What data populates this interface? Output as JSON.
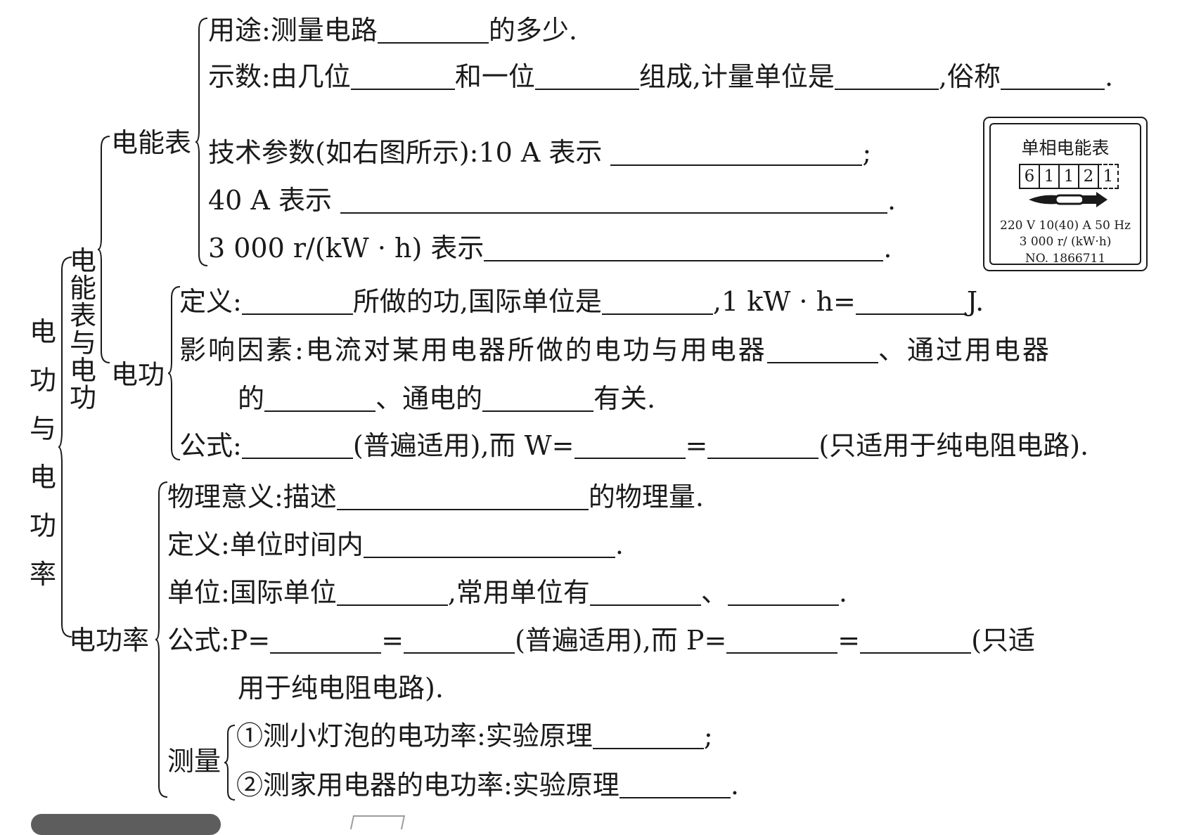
{
  "root": {
    "chars": [
      "电",
      "功",
      "与",
      "电",
      "功",
      "率"
    ]
  },
  "branch_meter_work": {
    "chars": [
      "电",
      "能",
      "表",
      "与",
      "电",
      "功"
    ]
  },
  "meter": {
    "label": "电能表",
    "line1": {
      "a": "用途:测量电路",
      "b": "的多少."
    },
    "line2": {
      "a": "示数:由几位",
      "b": "和一位",
      "c": "组成,计量单位是",
      "d": ",俗称",
      "e": "."
    },
    "line3": {
      "a": "技术参数(如右图所示):10 A 表示",
      "b": ";"
    },
    "line4": {
      "a": "40 A 表示",
      "b": "."
    },
    "line5": {
      "a": "3 000 r/(kW · h) 表示",
      "b": "."
    }
  },
  "meter_image": {
    "title": "单相电能表",
    "digits": [
      "6",
      "1",
      "1",
      "2",
      "1"
    ],
    "spec1": "220 V  10(40) A  50 Hz",
    "spec2": "3 000 r/ (kW·h)",
    "spec3": "NO. 1866711"
  },
  "work": {
    "label": "电功",
    "def": {
      "a": "定义:",
      "b": "所做的功,国际单位是",
      "c": ",1 kW · h=",
      "d": "J."
    },
    "factors": {
      "a": "影响因素:电流对某用电器所做的电功与用电器",
      "b": "、通过用电器"
    },
    "factors2": {
      "a": "的",
      "b": "、通电的",
      "c": "有关."
    },
    "formula": {
      "a": "公式:",
      "b": "(普遍适用),而 W=",
      "c": "=",
      "d": "(只适用于纯电阻电路)."
    }
  },
  "power": {
    "label": "电功率",
    "meaning": {
      "a": "物理意义:描述",
      "b": "的物理量."
    },
    "def": {
      "a": "定义:单位时间内",
      "b": "."
    },
    "unit": {
      "a": "单位:国际单位",
      "b": ",常用单位有",
      "c": "、",
      "d": "."
    },
    "formula": {
      "a": "公式:P=",
      "b": "=",
      "c": "(普遍适用),而 P=",
      "d": "=",
      "e": "(只适"
    },
    "formula2": "用于纯电阻电路).",
    "measure": {
      "label": "测量",
      "m1": {
        "a": "①测小灯泡的电功率:实验原理",
        "b": ";"
      },
      "m2": {
        "a": "②测家用电器的电功率:实验原理",
        "b": "."
      }
    }
  }
}
